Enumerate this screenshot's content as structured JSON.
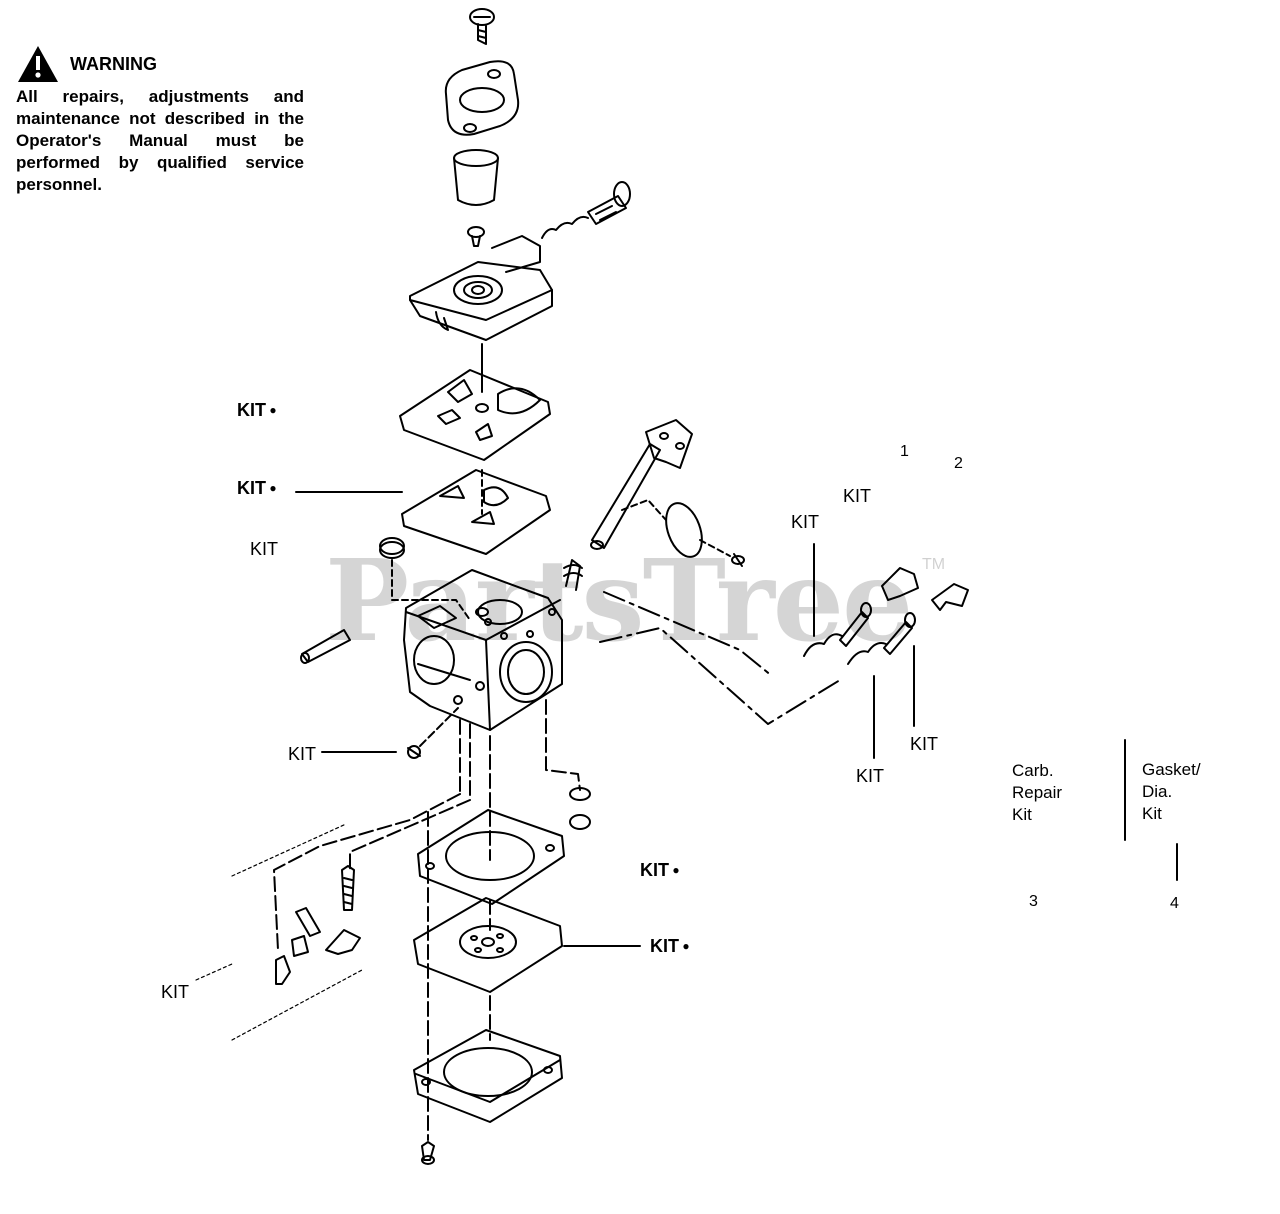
{
  "warning": {
    "title": "WARNING",
    "text": "All repairs, adjustments and maintenance not described in the Operator's Manual must be performed by qualified service personnel."
  },
  "callouts": {
    "kit_top1": "KIT",
    "kit_top2": "KIT",
    "kit_left": "KIT",
    "kit_mid_left": "KIT",
    "kit_lower_left": "KIT",
    "kit_right_a": "KIT",
    "kit_right_b": "KIT",
    "kit_right_c": "KIT",
    "kit_right_d": "KIT",
    "kit_bottom1": "KIT",
    "kit_bottom2": "KIT"
  },
  "numbers": {
    "n1": "1",
    "n2": "2",
    "n3": "3",
    "n4": "4"
  },
  "legend": {
    "carb_repair": "Carb.\nRepair\nKit",
    "gasket_dia": "Gasket/\nDia.\nKit"
  },
  "watermark": {
    "text": "PartsTree",
    "tm": "TM"
  },
  "icons": [
    "warning-triangle-icon"
  ]
}
